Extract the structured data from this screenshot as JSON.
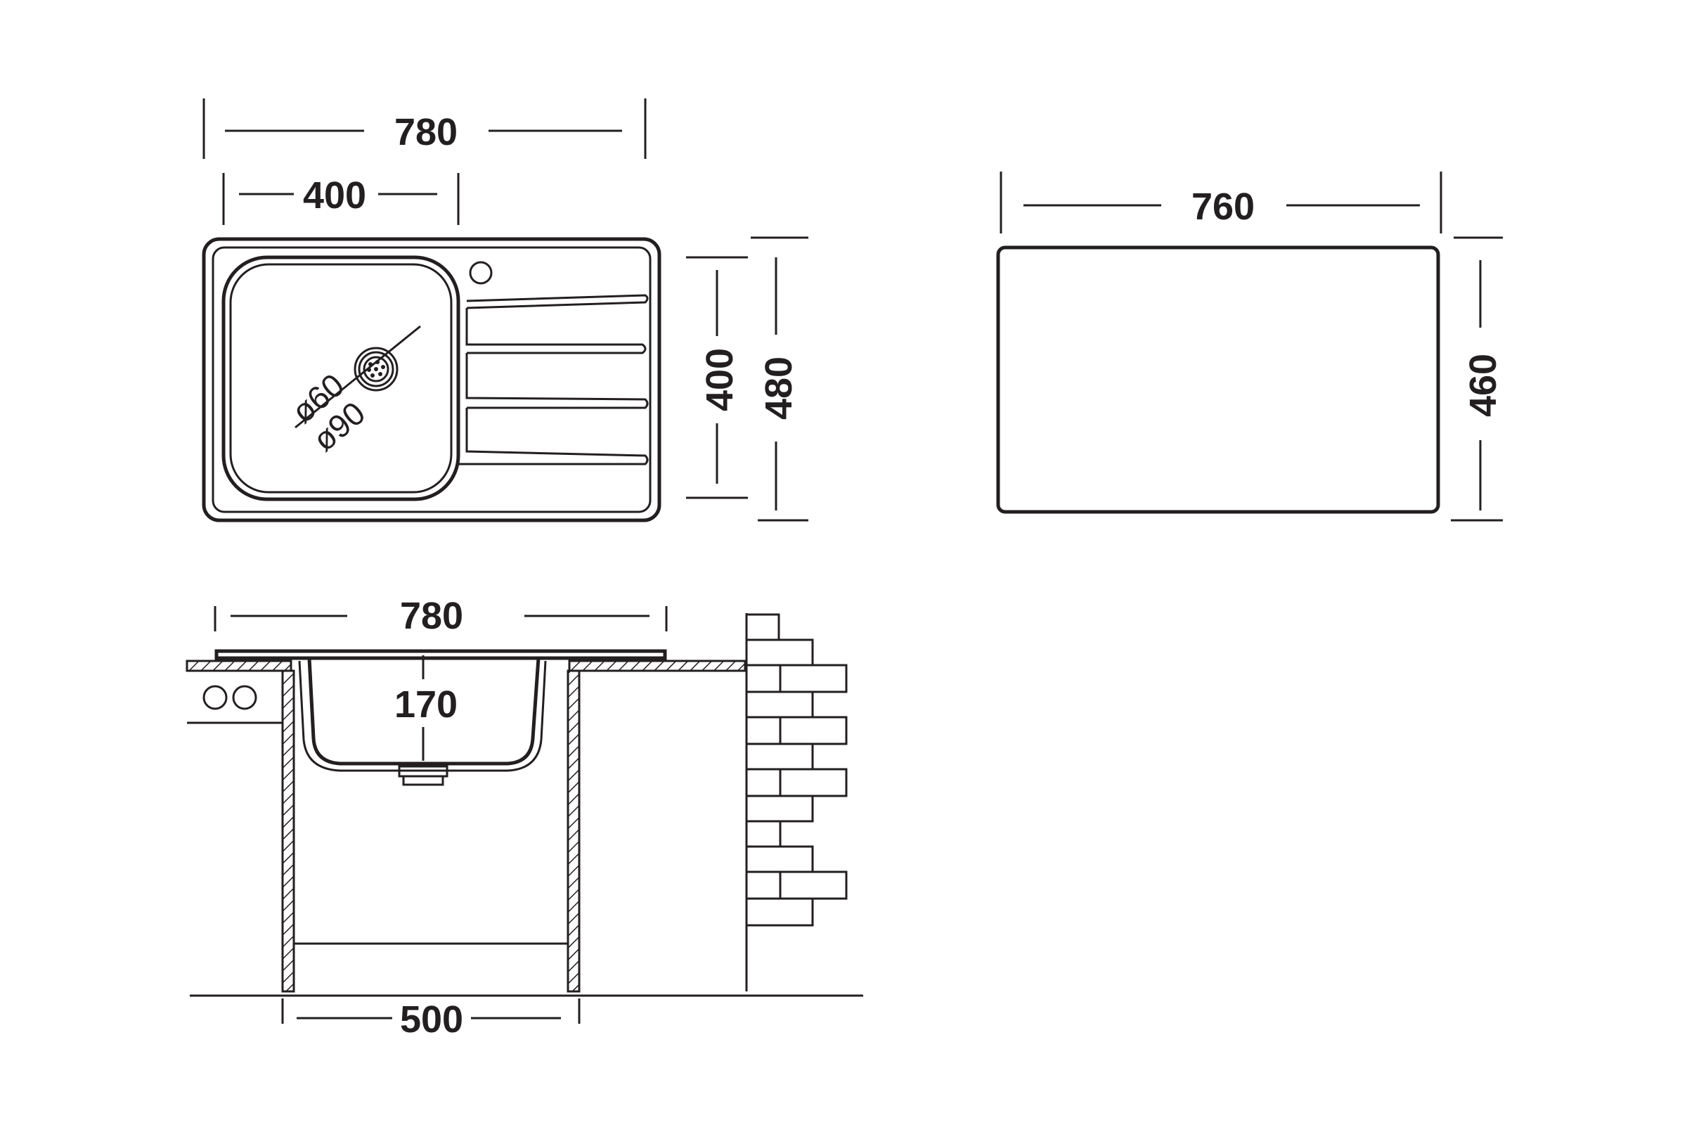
{
  "top_view": {
    "dim_overall_width": "780",
    "dim_bowl_width": "400",
    "dim_bowl_depth": "400",
    "dim_overall_depth": "480",
    "dim_drain_small": "ø60",
    "dim_drain_large": "ø90"
  },
  "cutout_view": {
    "dim_width": "760",
    "dim_depth": "460"
  },
  "side_view": {
    "dim_overall_width": "780",
    "dim_bowl_height": "170",
    "dim_cabinet_width": "500"
  },
  "colors": {
    "line": "#231f20",
    "background": "#ffffff"
  }
}
